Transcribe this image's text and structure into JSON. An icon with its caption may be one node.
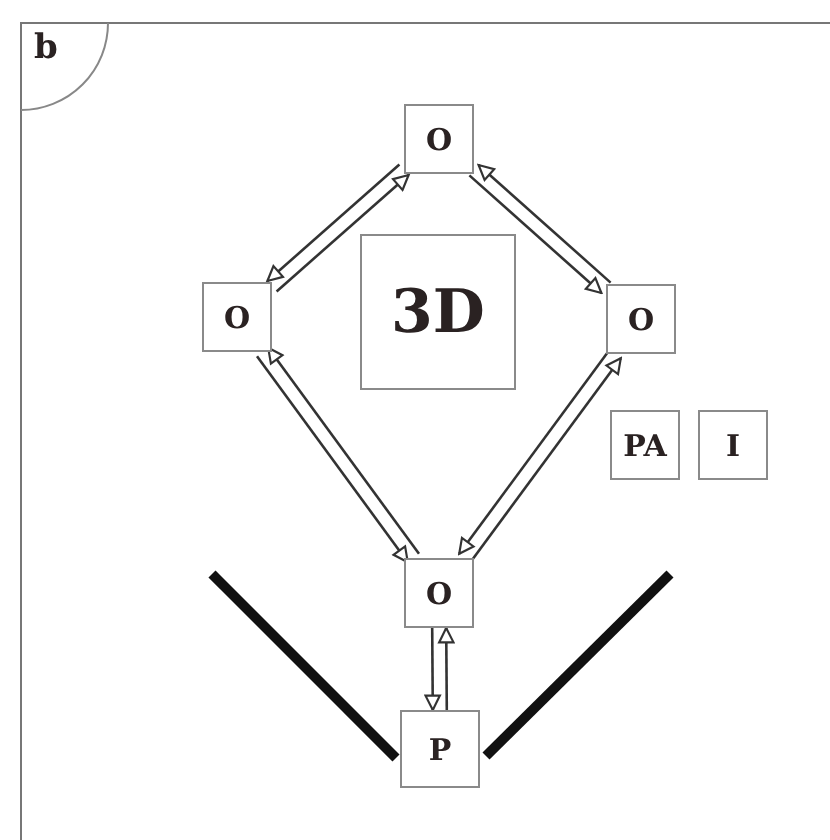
{
  "diagram": {
    "nodes": [
      {
        "text": [
          "3D"
        ]
      },
      {
        "text": [
          "O"
        ]
      },
      {
        "text": [
          "O"
        ]
      },
      {
        "text": [
          "O"
        ]
      },
      {
        "text": [
          "PA"
        ]
      },
      {
        "text": [
          "I"
        ]
      },
      {
        "text": [
          "O"
        ]
      },
      {
        "text": [
          "P"
        ]
      }
    ],
    "edges": [
      {
        "from": 2,
        "to": 1,
        "arrow": "to"
      },
      {
        "from": 1,
        "to": 2,
        "arrow": "to"
      },
      {
        "from": 1,
        "to": 3,
        "arrow": "to"
      },
      {
        "from": 3,
        "to": 1,
        "arrow": "to"
      },
      {
        "from": 2,
        "to": 6,
        "arrow": "to"
      },
      {
        "from": 6,
        "to": 2,
        "arrow": "to"
      },
      {
        "from": 3,
        "to": 6,
        "arrow": "to"
      },
      {
        "from": 6,
        "to": 3,
        "arrow": "to"
      },
      {
        "from": 7,
        "to": 6,
        "arrow": "to"
      },
      {
        "from": 6,
        "to": 7,
        "arrow": "to"
      }
    ],
    "labels": [
      "b"
    ]
  }
}
